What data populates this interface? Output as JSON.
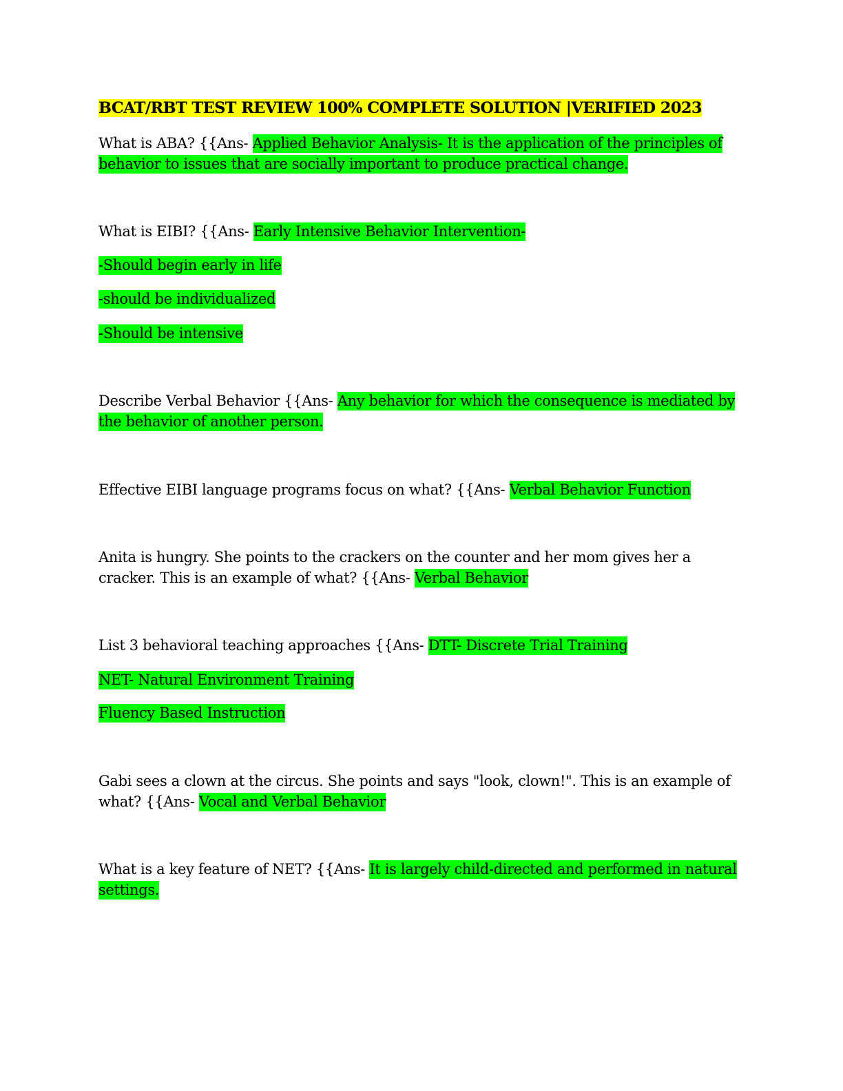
{
  "document": {
    "title": "BCAT/RBT TEST REVIEW 100% COMPLETE SOLUTION |VERIFIED 2023",
    "items": [
      {
        "q": "What is ABA? {{Ans- ",
        "a": "Applied Behavior Analysis- It is the application of the principles of behavior to issues that are socially important to produce practical change."
      },
      {
        "q": "What is EIBI? {{Ans- ",
        "a": "Early Intensive Behavior Intervention-"
      },
      {
        "a": "-Should begin early in life"
      },
      {
        "a": "-should be individualized"
      },
      {
        "a": "-Should be intensive"
      },
      {
        "q": "Describe Verbal Behavior {{Ans- ",
        "a": "Any behavior for which the consequence is mediated by the behavior of another person."
      },
      {
        "q": "Effective EIBI language programs focus on what? {{Ans- ",
        "a": "Verbal Behavior Function"
      },
      {
        "q": "Anita is hungry. She points to the crackers on the counter and her mom gives her a cracker. This is an example of what? {{Ans- ",
        "a": "Verbal Behavior"
      },
      {
        "q": "List 3 behavioral teaching approaches {{Ans- ",
        "a": "DTT- Discrete Trial Training"
      },
      {
        "a": "NET- Natural Environment Training"
      },
      {
        "a": "Fluency Based Instruction"
      },
      {
        "q": "Gabi sees a clown at the circus. She points and says \"look, clown!\". This is an example of what? {{Ans- ",
        "a": "Vocal and Verbal Behavior"
      },
      {
        "q": "What is a key feature of NET? {{Ans- ",
        "a": "It is largely child-directed and performed in natural settings."
      }
    ]
  },
  "colors": {
    "title_highlight": "#ffff00",
    "answer_highlight": "#00ff00"
  }
}
